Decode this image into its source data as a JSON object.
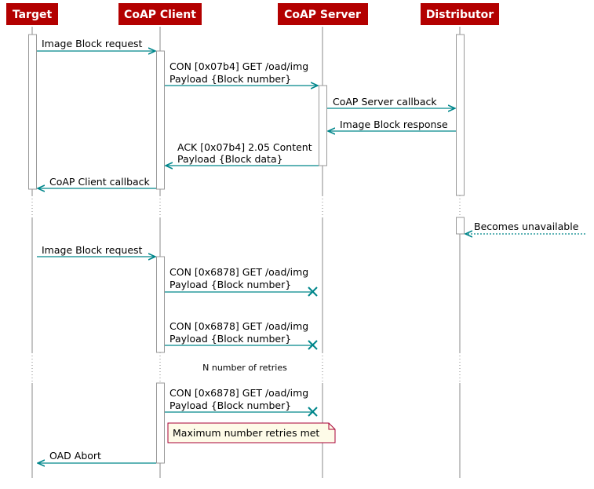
{
  "colors": {
    "participant_fill": "#b30000",
    "lifeline": "#888888",
    "activation_border": "#999999",
    "activation_fill": "#ffffff",
    "arrow": "#00868b",
    "note_fill": "#fefbe8",
    "note_border": "#a80036"
  },
  "participants": [
    {
      "id": "target",
      "label": "Target"
    },
    {
      "id": "coap_client",
      "label": "CoAP Client"
    },
    {
      "id": "coap_server",
      "label": "CoAP Server"
    },
    {
      "id": "distributor",
      "label": "Distributor"
    }
  ],
  "messages": [
    {
      "id": "m1",
      "lines": [
        "Image Block request"
      ]
    },
    {
      "id": "m2",
      "lines": [
        "CON [0x07b4] GET /oad/img",
        "Payload {Block number}"
      ]
    },
    {
      "id": "m3",
      "lines": [
        "CoAP Server callback"
      ]
    },
    {
      "id": "m4",
      "lines": [
        "Image Block response"
      ]
    },
    {
      "id": "m5",
      "lines": [
        "ACK [0x07b4] 2.05 Content",
        "Payload {Block data}"
      ]
    },
    {
      "id": "m6",
      "lines": [
        "CoAP Client callback"
      ]
    },
    {
      "id": "m7",
      "lines": [
        "Becomes unavailable"
      ]
    },
    {
      "id": "m8",
      "lines": [
        "Image Block request"
      ]
    },
    {
      "id": "m9",
      "lines": [
        "CON [0x6878] GET /oad/img",
        "Payload {Block number}"
      ]
    },
    {
      "id": "m10",
      "lines": [
        "CON [0x6878] GET /oad/img",
        "Payload {Block number}"
      ]
    },
    {
      "id": "m11",
      "lines": [
        "CON [0x6878] GET /oad/img",
        "Payload {Block number}"
      ]
    },
    {
      "id": "m12",
      "lines": [
        "OAD Abort"
      ]
    }
  ],
  "dividers": [
    {
      "id": "d1",
      "label": ""
    },
    {
      "id": "d2",
      "label": "N number of retries"
    }
  ],
  "notes": [
    {
      "id": "n1",
      "text": "Maximum number retries met"
    }
  ]
}
